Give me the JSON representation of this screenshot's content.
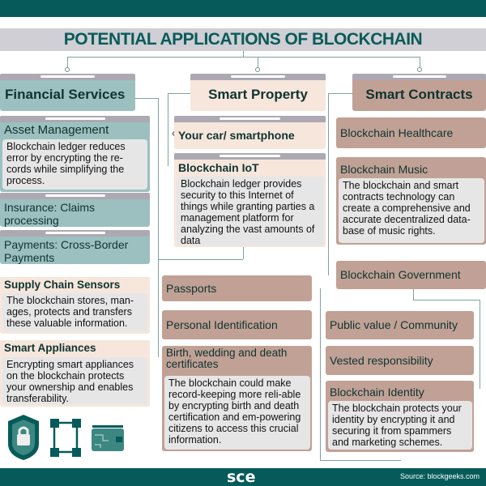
{
  "title": "POTENTIAL APPLICATIONS OF BLOCKCHAIN",
  "categories": {
    "financial": "Financial Services",
    "property": "Smart Property",
    "contracts": "Smart Contracts"
  },
  "financial": {
    "asset_title": "Asset Management",
    "asset_text": "Blockchain ledger reduces error by encrypting the re-cords while simplifying the process.",
    "insurance": "Insurance: Claims processing",
    "payments": "Payments: Cross-Border Payments",
    "supply_title": "Supply Chain Sensors",
    "supply_text": "The blockchain stores, man-ages, protects and transfers these valuable information.",
    "appliances_title": "Smart Appliances",
    "appliances_text": "Encrypting smart appliances on the blockchain protects your ownership and enables transferability."
  },
  "property": {
    "car": "Your car/ smartphone",
    "iot_title": "Blockchain IoT",
    "iot_text": "Blockchain ledger provides security to this Internet of things while granting parties a management platform for analyzing the vast amounts of data",
    "passports": "Passports",
    "personal_id": "Personal Identification",
    "birth_title": "Birth, wedding and death certificates",
    "birth_text": "The blockchain could make record-keeping more reli-able by encrypting birth and death certification and em-powering citizens to access this crucial information."
  },
  "contracts": {
    "healthcare": "Blockchain Healthcare",
    "music_title": "Blockchain Music",
    "music_text": "The blockchain and smart contracts technology can create a comprehensive and accurate decentralized data-base of music rights.",
    "government": "Blockchain Government",
    "public_value": "Public value / Community",
    "vested": "Vested responsibility",
    "identity_title": "Blockchain Identity",
    "identity_text": "The blockchain protects your identity by encrypting it and securing it from spammers and marketing schemes."
  },
  "footer": {
    "logo": "sce",
    "source": "Source: blockgeeks.com"
  },
  "colors": {
    "brand": "#065b5a",
    "teal": "#9cc0bf",
    "peach": "#f6e6dc",
    "brown": "#c1a195"
  }
}
